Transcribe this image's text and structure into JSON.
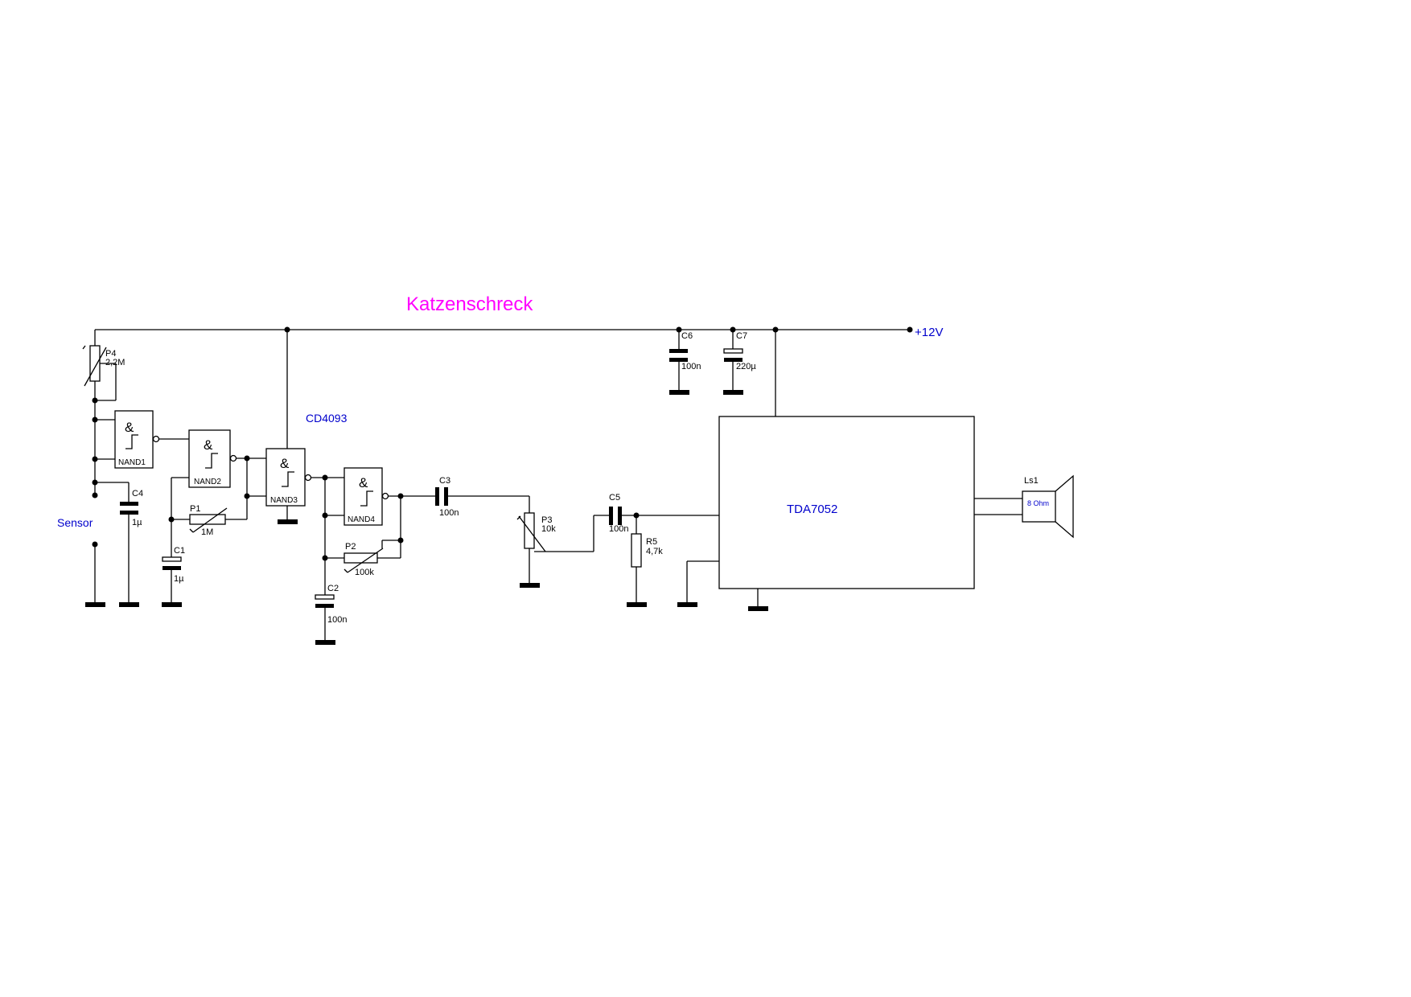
{
  "title": "Katzenschreck",
  "supply": {
    "label": "+12V"
  },
  "ic_cd4093": {
    "label": "CD4093"
  },
  "ic_tda7052": {
    "label": "TDA7052"
  },
  "sensor": {
    "label": "Sensor"
  },
  "gates": [
    {
      "name": "NAND1",
      "symbol": "&"
    },
    {
      "name": "NAND2",
      "symbol": "&"
    },
    {
      "name": "NAND3",
      "symbol": "&"
    },
    {
      "name": "NAND4",
      "symbol": "&"
    }
  ],
  "components": {
    "P4": {
      "ref": "P4",
      "value": "2,2M"
    },
    "P1": {
      "ref": "P1",
      "value": "1M"
    },
    "P2": {
      "ref": "P2",
      "value": "100k"
    },
    "P3": {
      "ref": "P3",
      "value": "10k"
    },
    "C1": {
      "ref": "C1",
      "value": "1µ"
    },
    "C2": {
      "ref": "C2",
      "value": "100n"
    },
    "C3": {
      "ref": "C3",
      "value": "100n"
    },
    "C4": {
      "ref": "C4",
      "value": "1µ"
    },
    "C5": {
      "ref": "C5",
      "value": "100n"
    },
    "C6": {
      "ref": "C6",
      "value": "100n"
    },
    "C7": {
      "ref": "C7",
      "value": "220µ"
    },
    "R5": {
      "ref": "R5",
      "value": "4,7k"
    },
    "Ls1": {
      "ref": "Ls1",
      "value": "8 Ohm"
    }
  },
  "colors": {
    "title": "#ff00ff",
    "label_blue": "#0000cc",
    "wire": "#000000"
  }
}
